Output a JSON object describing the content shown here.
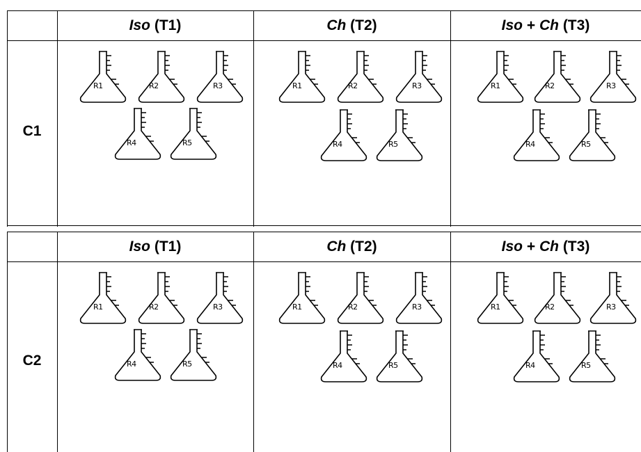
{
  "treatments": [
    {
      "italic": "Iso",
      "code": "(T1)"
    },
    {
      "italic": "Ch",
      "code": "(T2)"
    },
    {
      "italic": "Iso",
      "joiner": "+",
      "italic2": "Ch",
      "code": "(T3)"
    }
  ],
  "panels": [
    {
      "label": "C1"
    },
    {
      "label": "C2"
    }
  ],
  "replicates": [
    "R1",
    "R2",
    "R3",
    "R4",
    "R5"
  ],
  "icon": "erlenmeyer-flask-icon",
  "colors": {
    "line": "#000000",
    "background": "#ffffff"
  }
}
